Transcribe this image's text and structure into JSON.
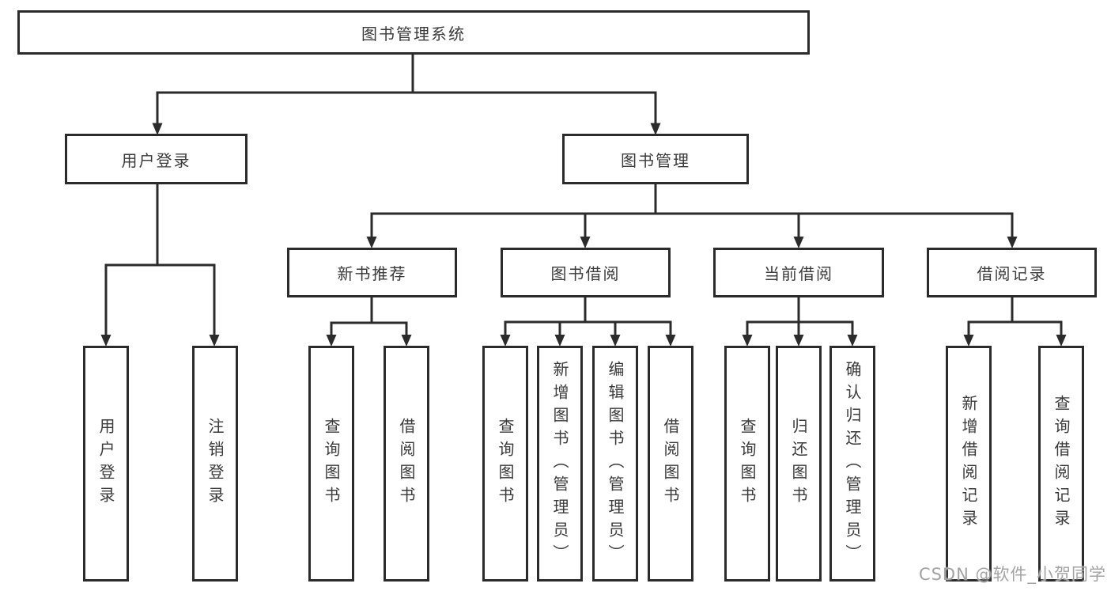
{
  "tree": {
    "root": "图书管理系统",
    "children": [
      {
        "label": "用户登录",
        "children": [
          "用户登录",
          "注销登录"
        ]
      },
      {
        "label": "图书管理",
        "children": [
          {
            "label": "新书推荐",
            "children": [
              "查询图书",
              "借阅图书"
            ]
          },
          {
            "label": "图书借阅",
            "children": [
              "查询图书",
              "新增图书（管理员）",
              "编辑图书（管理员）",
              "借阅图书"
            ]
          },
          {
            "label": "当前借阅",
            "children": [
              "查询图书",
              "归还图书",
              "确认归还（管理员）"
            ]
          },
          {
            "label": "借阅记录",
            "children": [
              "新增借阅记录",
              "查询借阅记录"
            ]
          }
        ]
      }
    ]
  },
  "watermark": {
    "text": "CSDN @软件_小贺同学"
  },
  "colors": {
    "line": "#2b2b2b",
    "text": "#3a3a3a",
    "box_background": "#ffffff",
    "page_background": "#ffffff",
    "watermark": "#a3a3a3"
  }
}
